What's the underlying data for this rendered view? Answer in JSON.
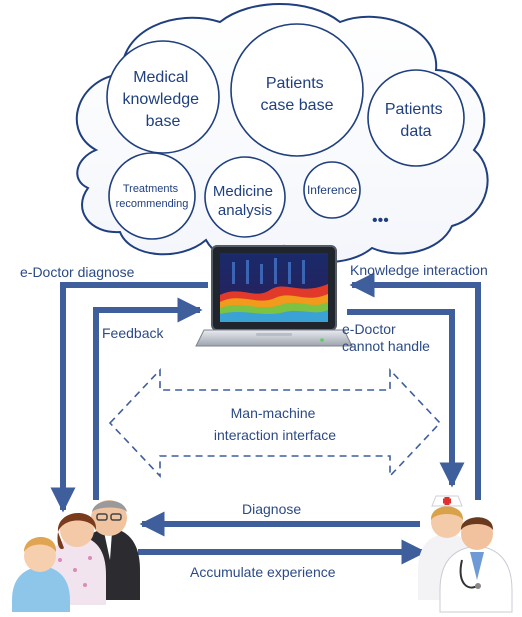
{
  "colors": {
    "arrow": "#3f5f9c",
    "label_text": "#2c4a86",
    "cloud_stroke": "#1f3f7e",
    "dashed_arrow": "#3f5f9c"
  },
  "cloud": {
    "nodes": [
      {
        "id": "medical-knowledge-base",
        "lines": [
          "Medical",
          "knowledge",
          "base"
        ]
      },
      {
        "id": "patients-case-base",
        "lines": [
          "Patients",
          "case base"
        ]
      },
      {
        "id": "patients-data",
        "lines": [
          "Patients",
          "data"
        ]
      },
      {
        "id": "treatments-recommending",
        "lines": [
          "Treatments",
          "recommending"
        ]
      },
      {
        "id": "medicine-analysis",
        "lines": [
          "Medicine",
          "analysis"
        ]
      },
      {
        "id": "inference",
        "lines": [
          "Inference"
        ]
      }
    ],
    "ellipsis": "•••"
  },
  "labels": {
    "e_doctor_diagnose": "e-Doctor diagnose",
    "knowledge_interaction": "Knowledge interaction",
    "feedback": "Feedback",
    "e_doctor_cannot_handle": [
      "e-Doctor",
      "cannot handle"
    ],
    "man_machine": [
      "Man-machine",
      "interaction interface"
    ],
    "diagnose": "Diagnose",
    "accumulate_experience": "Accumulate experience"
  },
  "icons": {
    "laptop": "laptop-icon",
    "patients": "patients-group-icon",
    "doctors": "doctors-icon"
  }
}
